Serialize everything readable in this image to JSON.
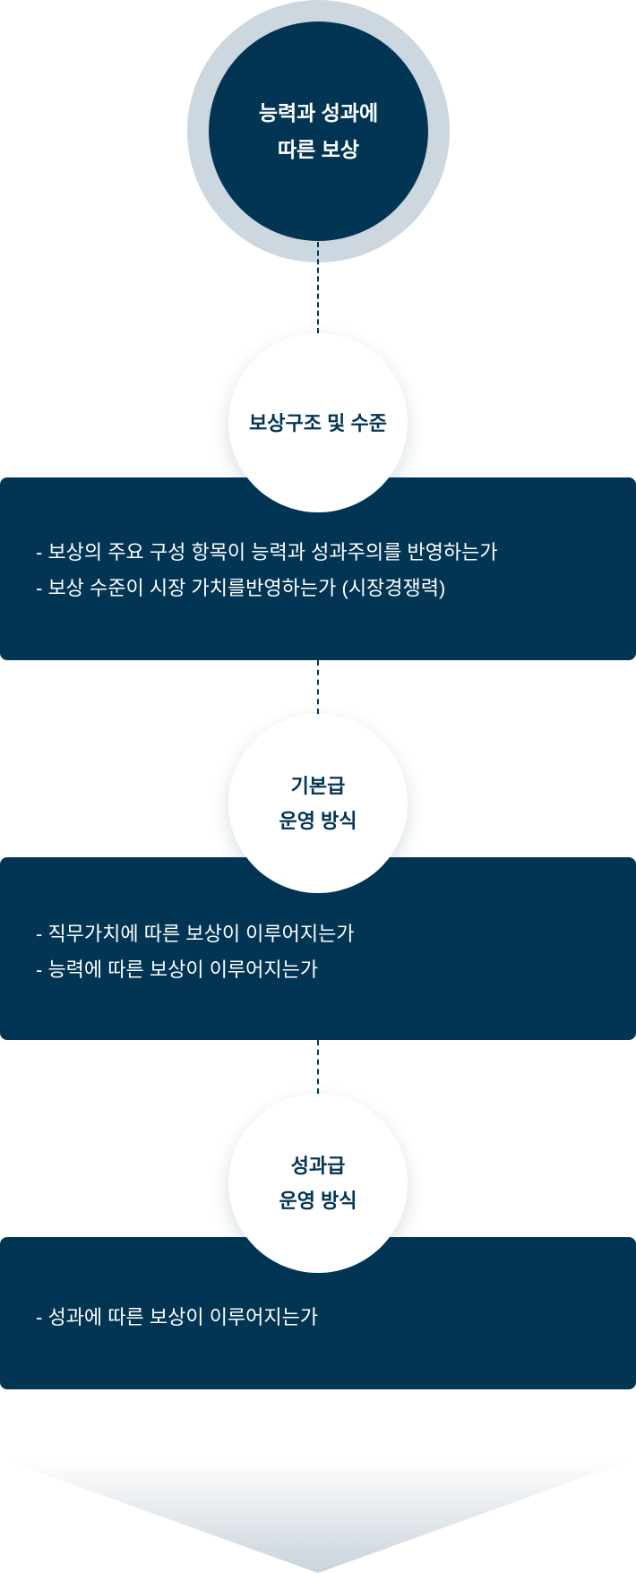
{
  "main": {
    "title_line1": "능력과 성과에",
    "title_line2": "따른 보상"
  },
  "steps": [
    {
      "title_line1": "보상구조 및 수준",
      "title_line2": "",
      "items": [
        "- 보상의 주요 구성 항목이 능력과 성과주의를 반영하는가",
        "- 보상 수준이 시장 가치를반영하는가 (시장경쟁력)"
      ]
    },
    {
      "title_line1": "기본급",
      "title_line2": "운영 방식",
      "items": [
        "- 직무가치에 따른 보상이 이루어지는가",
        "- 능력에 따른 보상이 이루어지는가"
      ]
    },
    {
      "title_line1": "성과급",
      "title_line2": "운영 방식",
      "items": [
        "- 성과에 따른 보상이 이루어지는가"
      ]
    }
  ],
  "colors": {
    "navy": "#023554",
    "ring": "#cdd7df",
    "white": "#ffffff",
    "arrow_top": "#ffffff",
    "arrow_bottom": "#c9d3db"
  }
}
